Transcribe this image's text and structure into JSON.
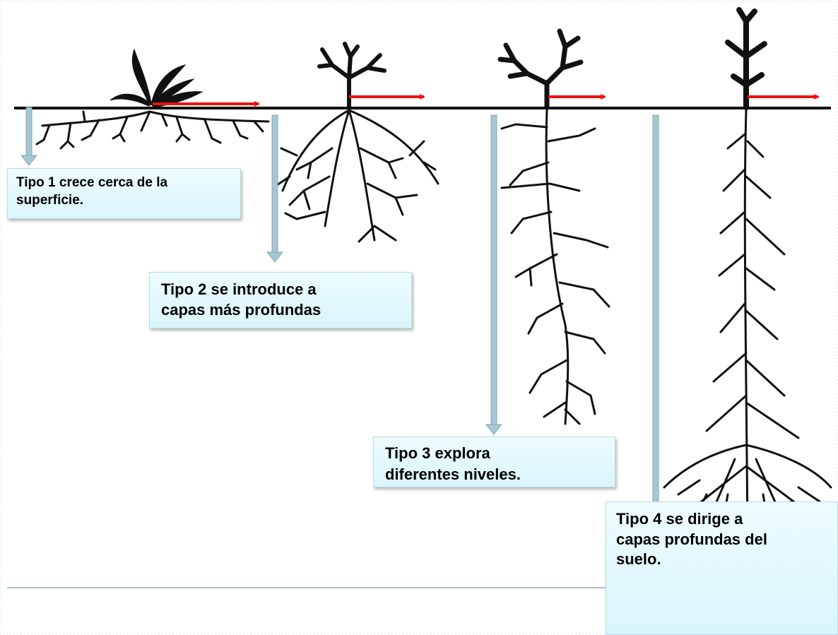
{
  "labels": {
    "tipo1": "Tipo 1 crece cerca de la\nsuperficie.",
    "tipo2": "Tipo 2 se introduce a\ncapas más profundas",
    "tipo3": "Tipo 3 explora\ndiferentes niveles.",
    "tipo4": "Tipo 4 se dirige a\ncapas profundas del\nsuelo."
  },
  "colors": {
    "ground_line": "#111111",
    "root": "#111111",
    "growth_arrow": "#ee1111",
    "depth_arrow": "#a7c7d0",
    "depth_arrow_stroke": "#7fa8b4",
    "label_bg": "#dff6fb",
    "baseline": "#a9c2cb"
  }
}
